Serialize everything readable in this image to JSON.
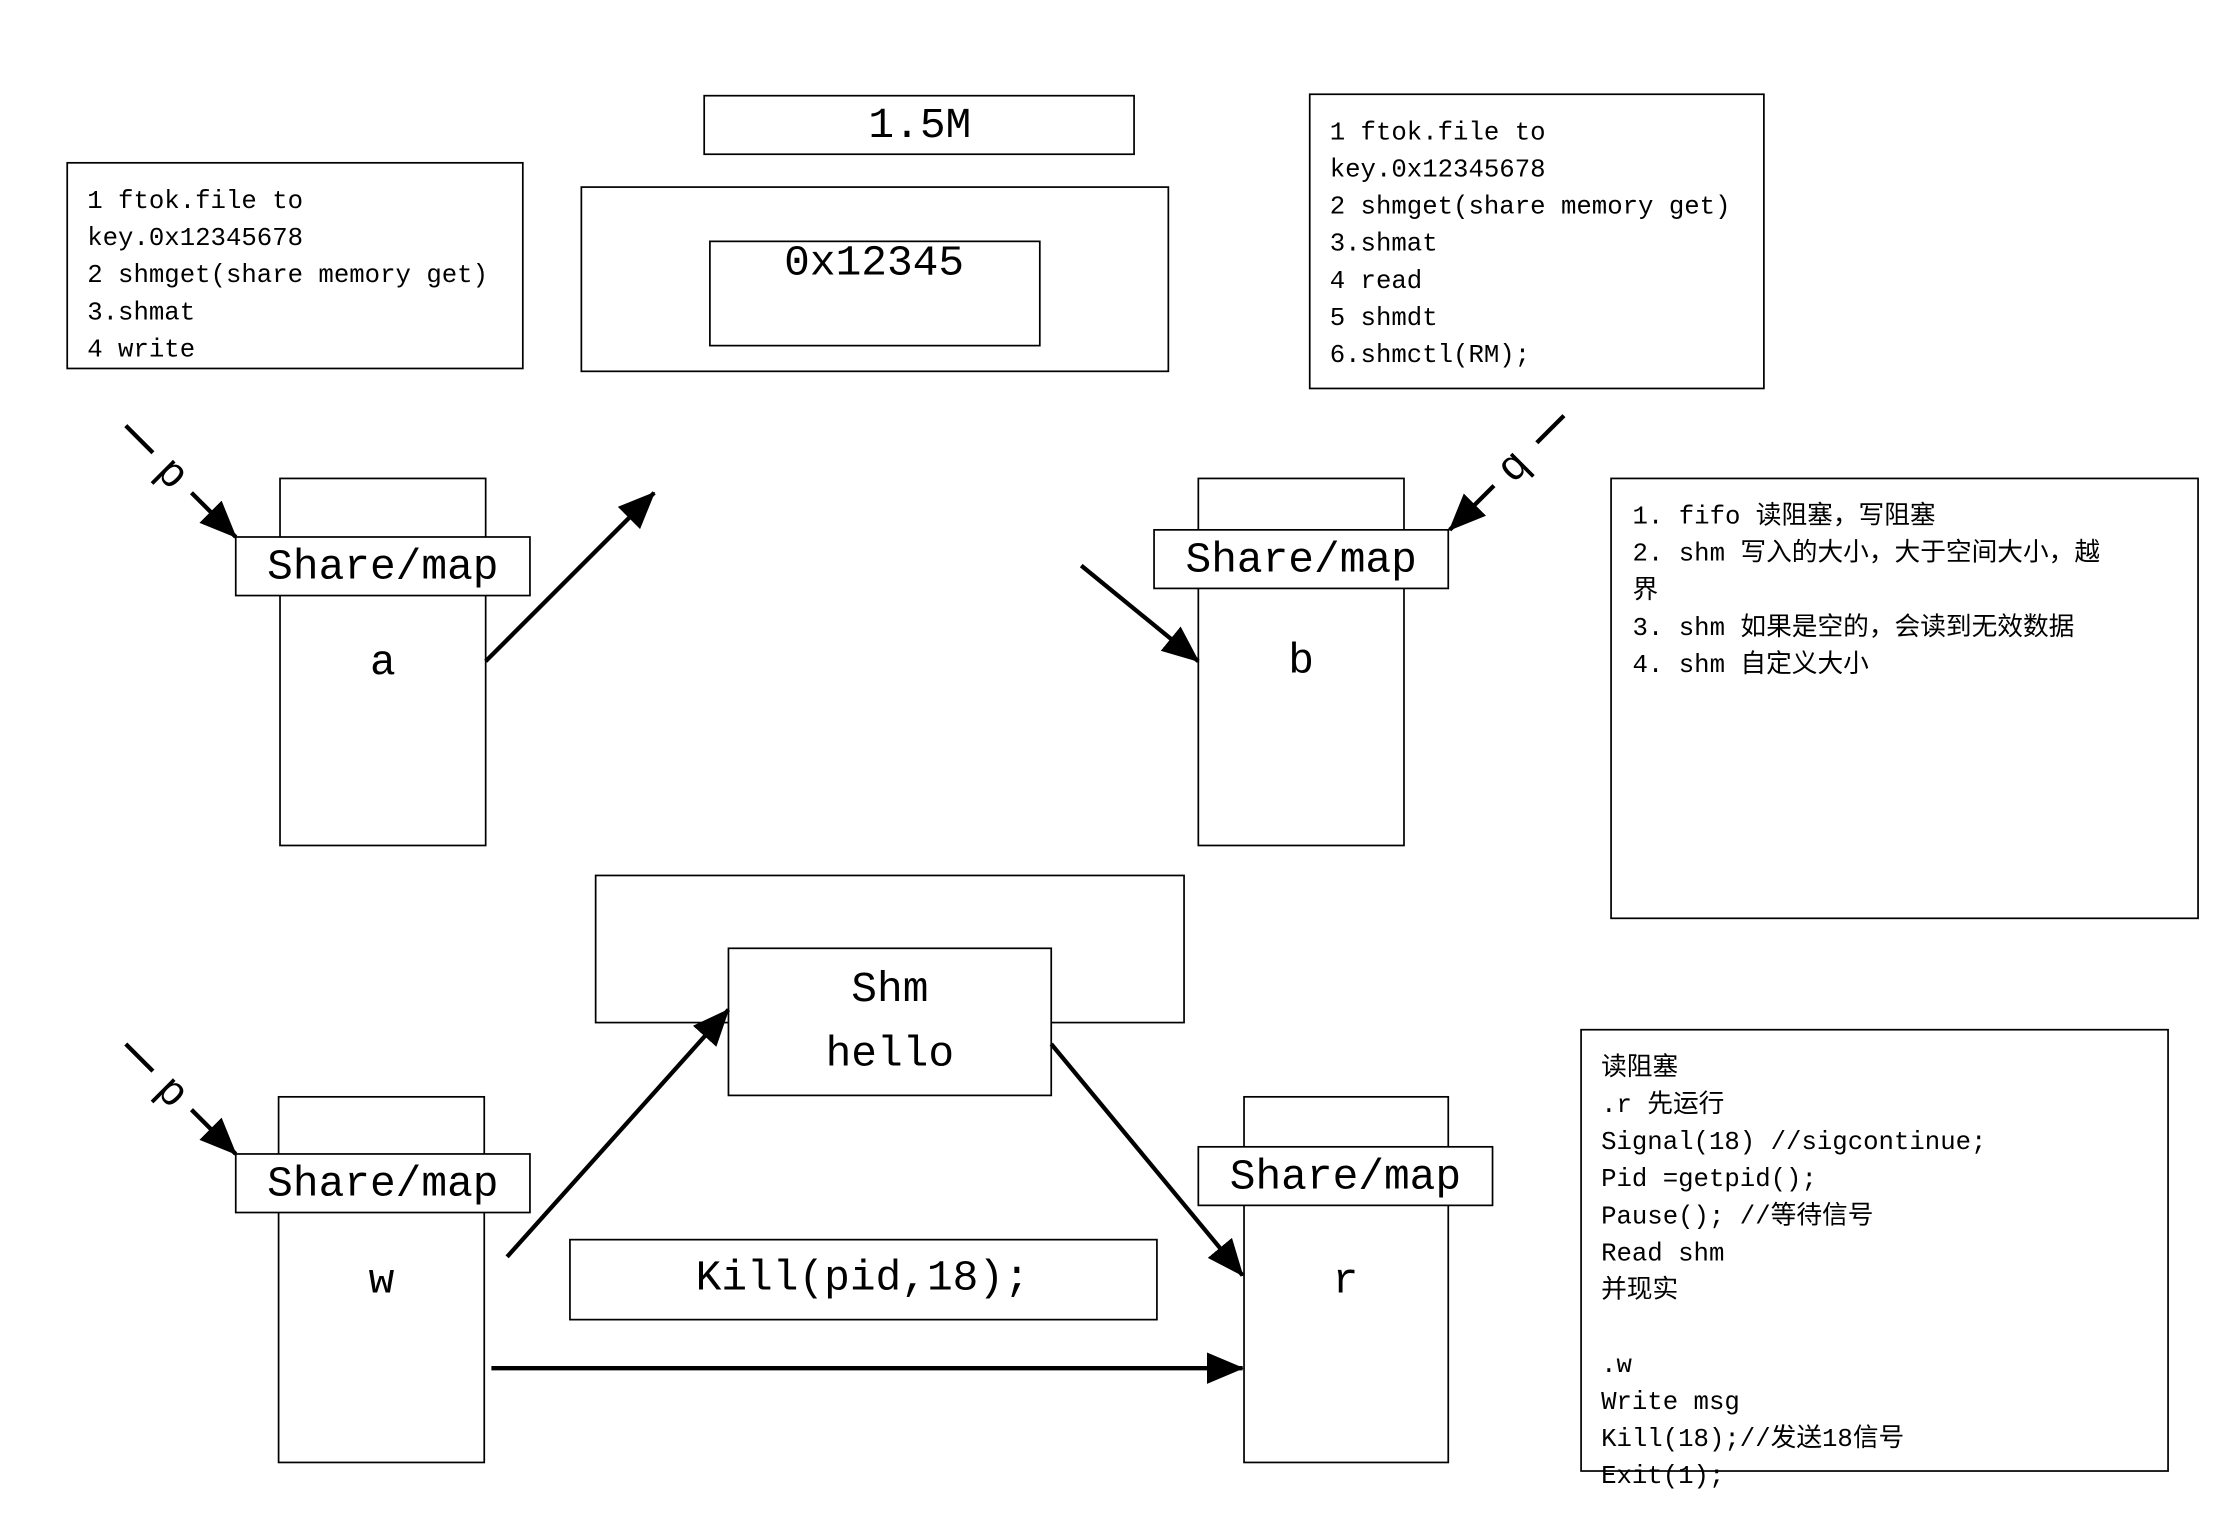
{
  "writer_steps": [
    "1 ftok.file to",
    "key.0x12345678",
    "2 shmget(share memory get)",
    "3.shmat",
    "4 write"
  ],
  "reader_steps": [
    "1 ftok.file to",
    "key.0x12345678",
    "2 shmget(share memory get)",
    "3.shmat",
    "4 read",
    "5 shmdt",
    "6.shmctl(RM);"
  ],
  "memory": {
    "size": "1.5M",
    "key": "0x12345"
  },
  "process_a": {
    "map": "Share/map",
    "name": "a",
    "arrow": "p"
  },
  "process_b": {
    "map": "Share/map",
    "name": "b",
    "arrow": "q"
  },
  "notes": [
    "1. fifo 读阻塞，写阻塞",
    "2. shm 写入的大小，大于空间大小，越",
    "界",
    "3. shm 如果是空的，会读到无效数据",
    "4. shm 自定义大小"
  ],
  "shm": {
    "title": "Shm",
    "content": "hello"
  },
  "process_w": {
    "map": "Share/map",
    "name": "w",
    "arrow": "p"
  },
  "process_r": {
    "map": "Share/map",
    "name": "r"
  },
  "signal_call": "Kill(pid,18);",
  "sync_notes": [
    "读阻塞",
    ".r 先运行",
    "Signal(18) //sigcontinue;",
    "Pid =getpid();",
    "Pause(); //等待信号",
    "Read shm",
    "并现实",
    ".w",
    "Write msg",
    "Kill(18);//发送18信号",
    "Exit(1);"
  ]
}
